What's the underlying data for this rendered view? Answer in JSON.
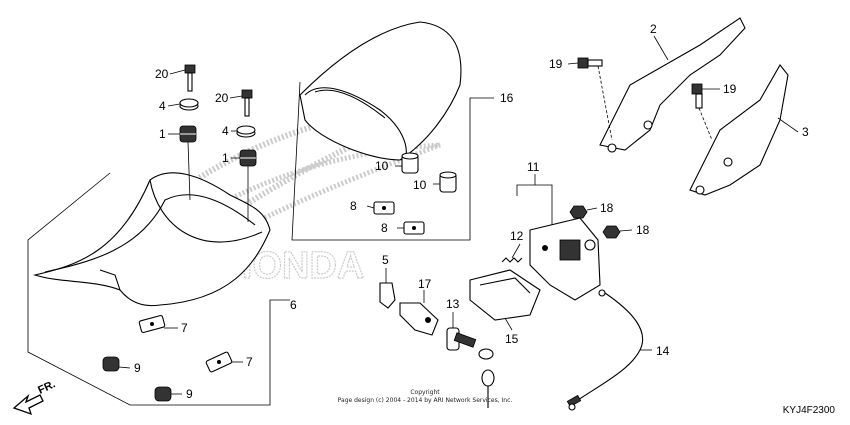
{
  "callouts": {
    "p1a": "1",
    "p1b": "1",
    "p2": "2",
    "p3": "3",
    "p4a": "4",
    "p4b": "4",
    "p5": "5",
    "p6": "6",
    "p7a": "7",
    "p7b": "7",
    "p8a": "8",
    "p8b": "8",
    "p9a": "9",
    "p9b": "9",
    "p10a": "10",
    "p10b": "10",
    "p11": "11",
    "p12": "12",
    "p13": "13",
    "p14": "14",
    "p15": "15",
    "p16": "16",
    "p17": "17",
    "p18a": "18",
    "p18b": "18",
    "p19a": "19",
    "p19b": "19",
    "p20a": "20",
    "p20b": "20"
  },
  "watermark": "HONDA",
  "direction_marker": "FR.",
  "copyright": {
    "line1": "Copyright",
    "line2": "Page design (c) 2004 - 2014 by ARI Network Services, Inc."
  },
  "diagram_code": "KYJ4F2300"
}
